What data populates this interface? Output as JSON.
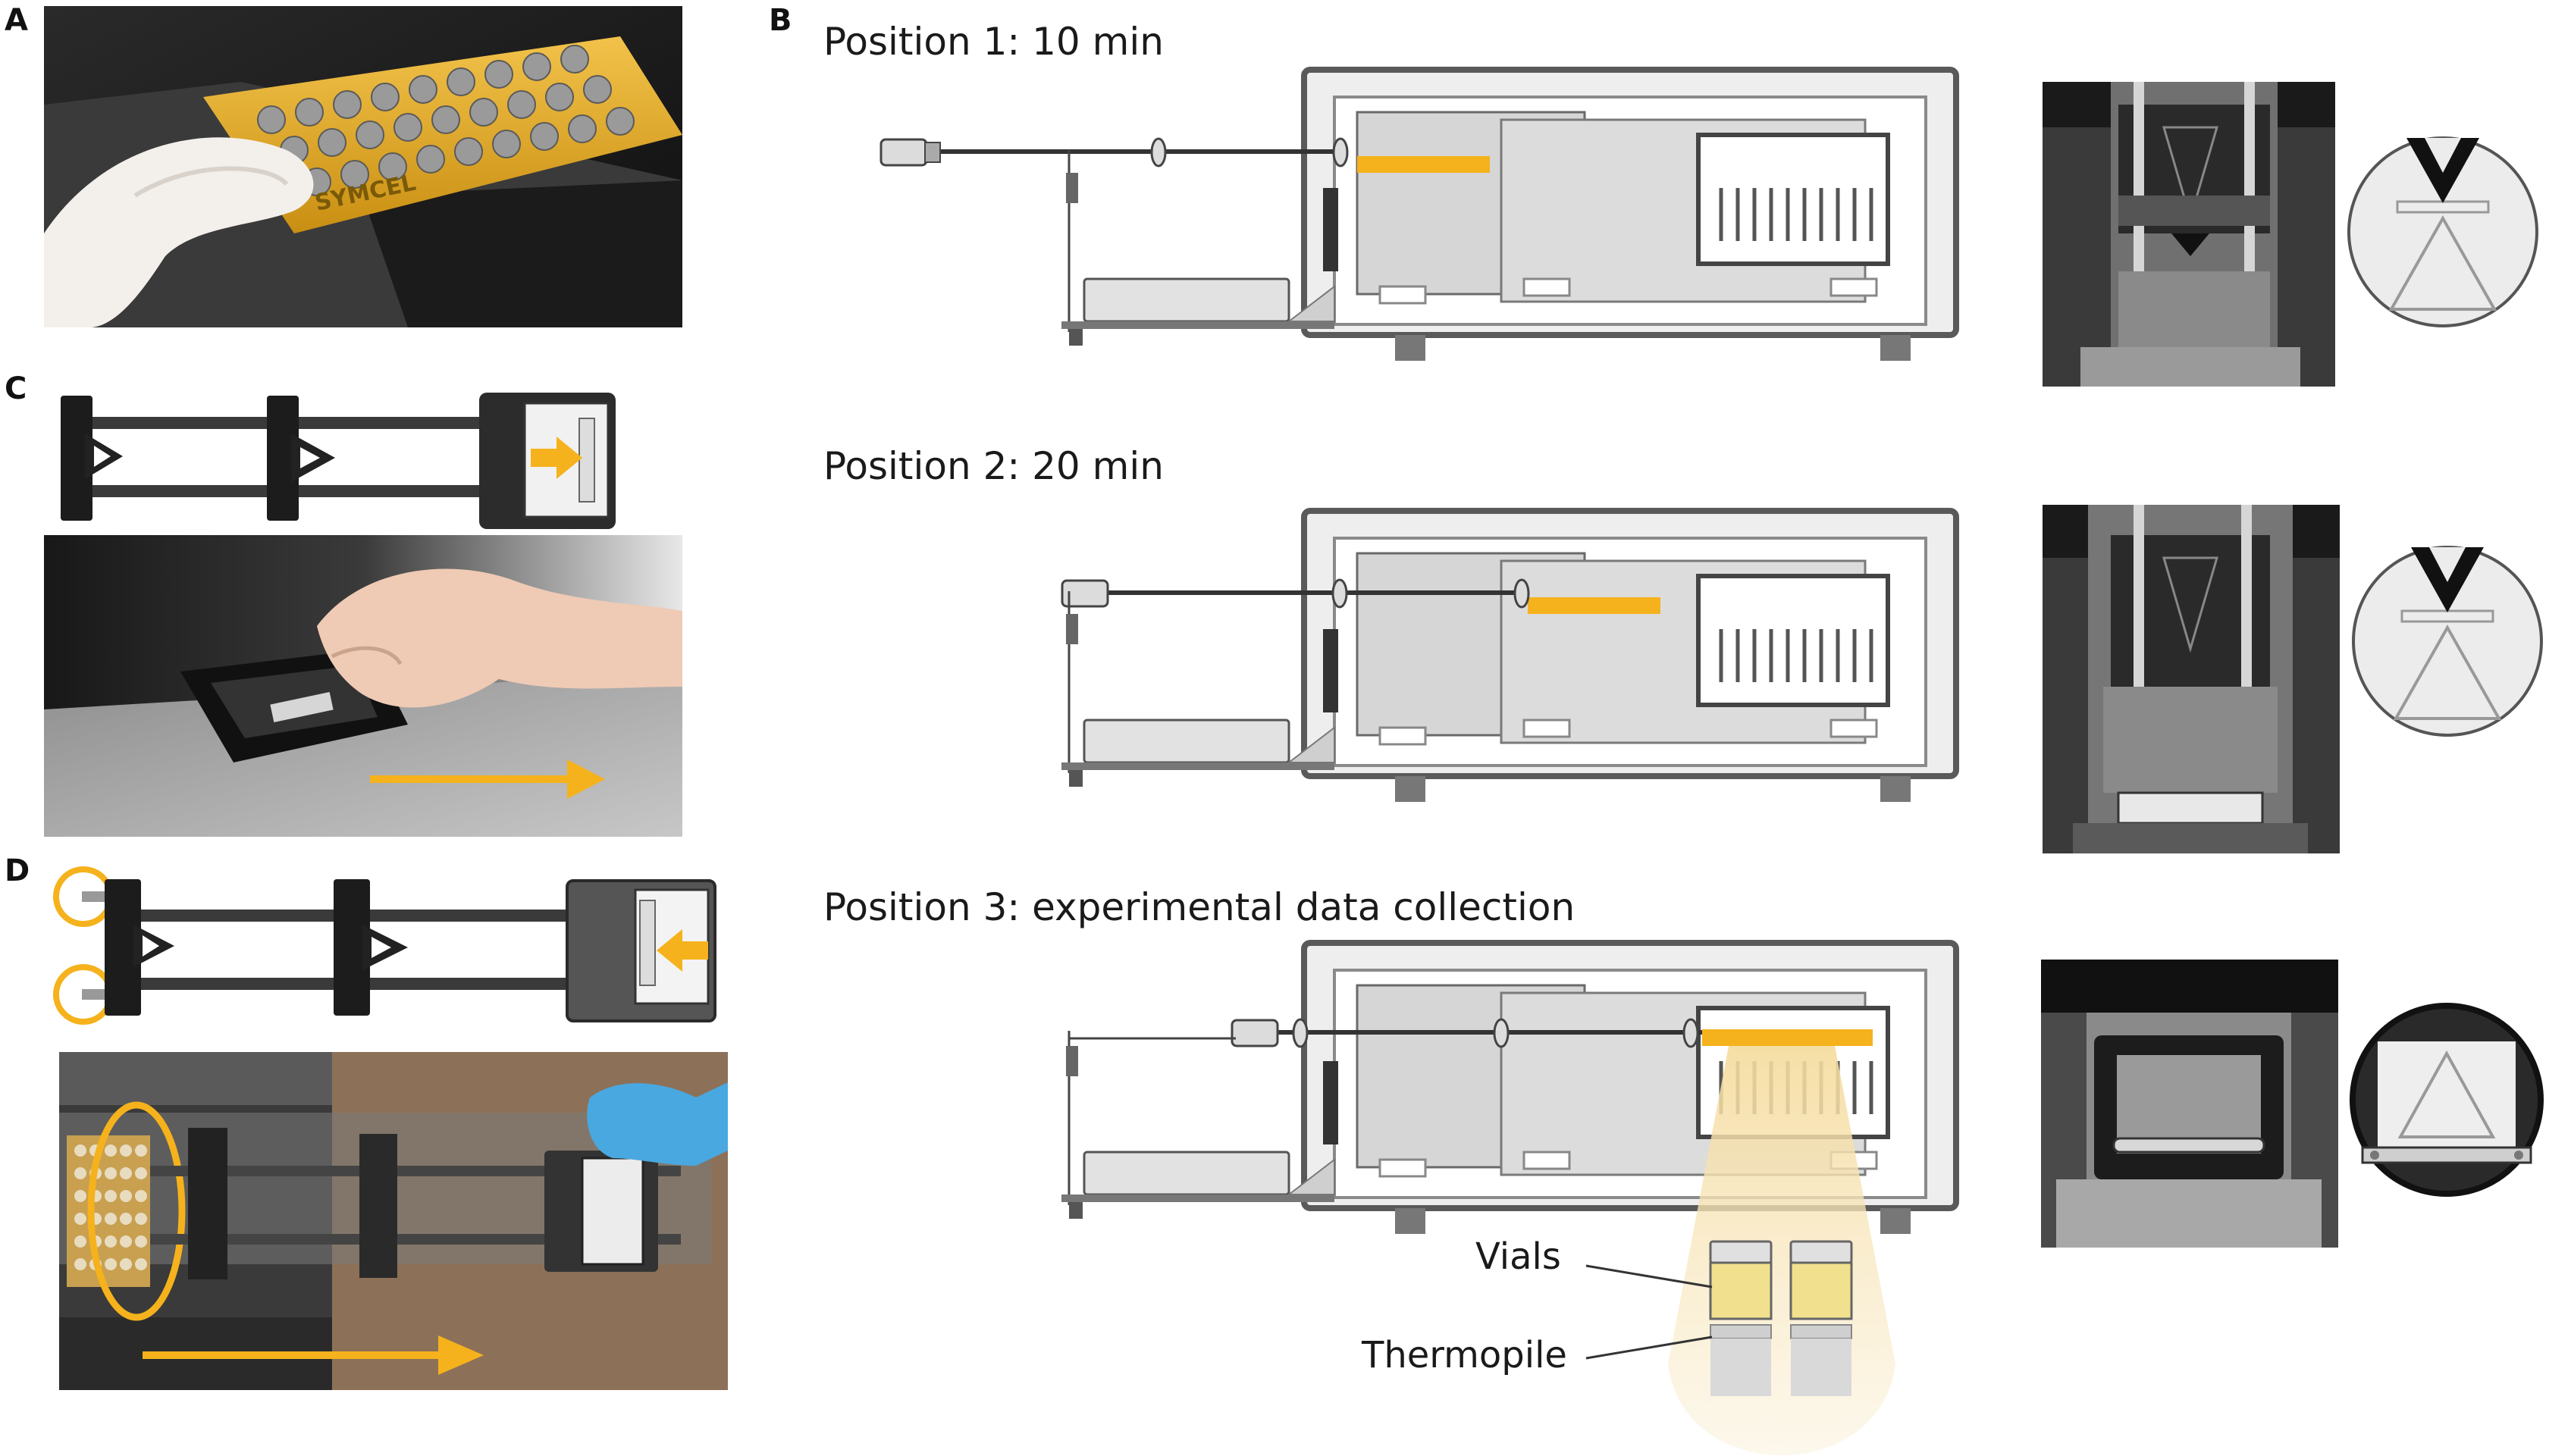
{
  "panels": {
    "a": {
      "letter": "A",
      "brand_text": "SYMCEL"
    },
    "b": {
      "letter": "B",
      "positions": [
        {
          "caption": "Position 1: 10 min"
        },
        {
          "caption": "Position 2: 20 min"
        },
        {
          "caption": "Position 3: experimental data collection"
        }
      ],
      "labels": {
        "vials": "Vials",
        "thermopile": "Thermopile"
      }
    },
    "c": {
      "letter": "C"
    },
    "d": {
      "letter": "D"
    }
  },
  "colors": {
    "accent_orange": "#F5B21C",
    "instrument_outline": "#555555",
    "instrument_fill": "#d9d9d9",
    "vial_fill": "#F1E08E"
  }
}
